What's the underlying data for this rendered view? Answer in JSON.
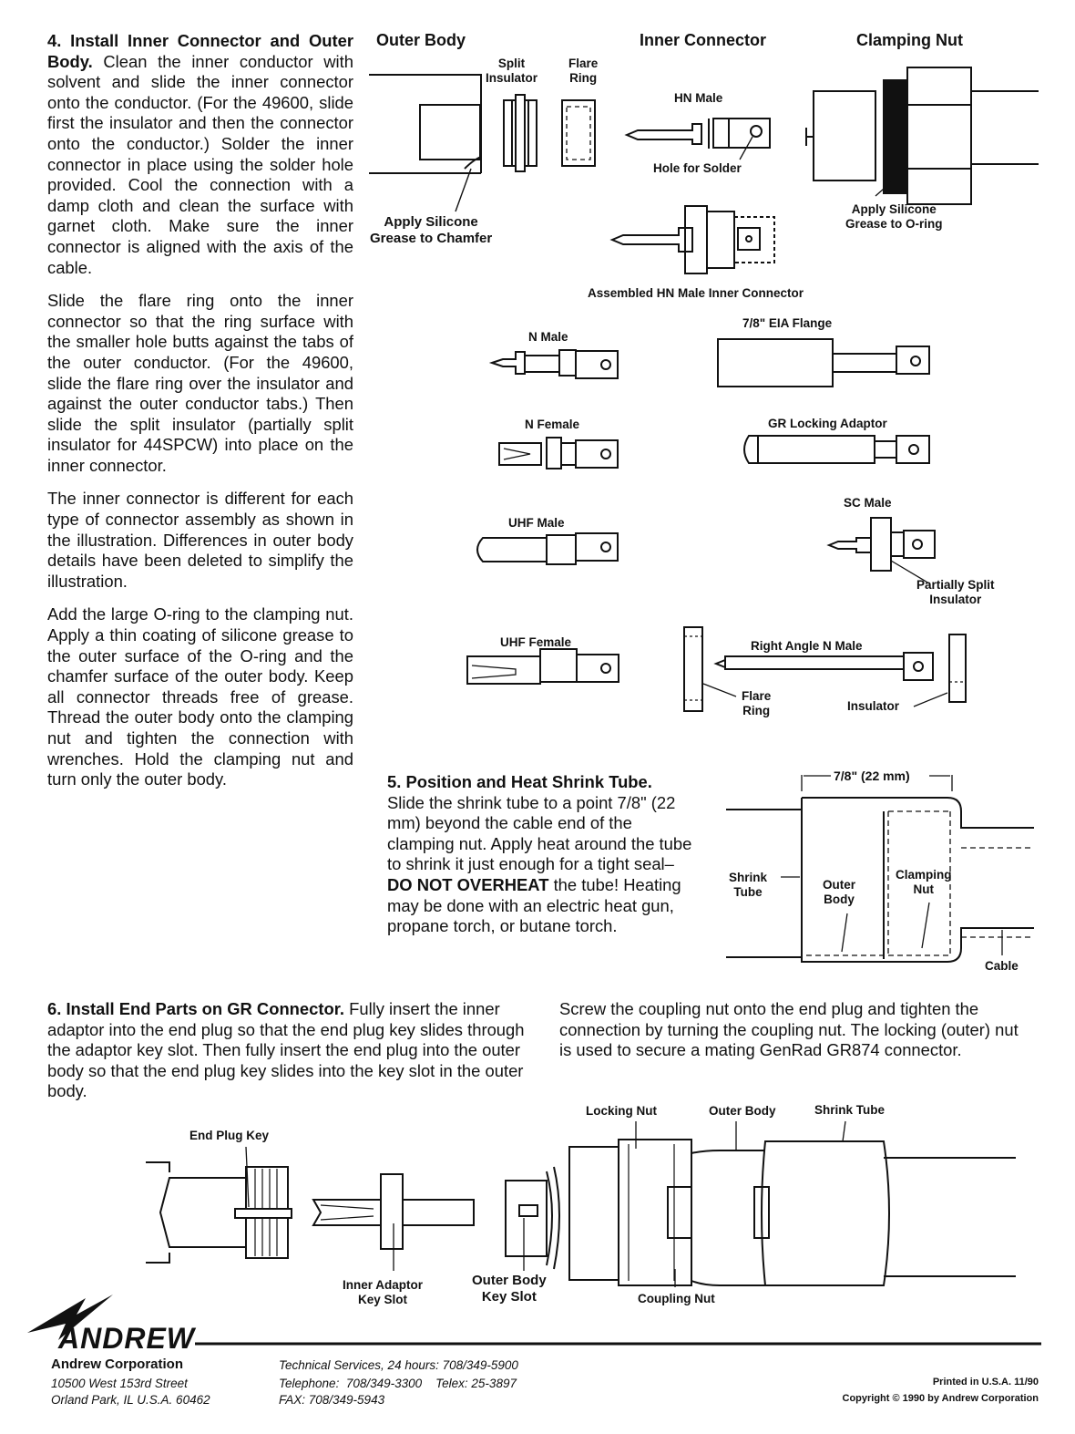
{
  "step4": {
    "title": "4. Install Inner Connector and Outer Body.",
    "p1": "Clean the inner conductor with solvent and slide the inner connector onto the conductor. (For the 49600, slide first the insulator and then the connector onto the conductor.) Solder the inner connector in place using the solder hole provided. Cool the connection with a damp cloth and clean the surface with garnet cloth. Make sure the inner connector is aligned with the axis of the cable.",
    "p2": "Slide the flare ring onto the inner connector so that the ring surface with the smaller hole butts against the tabs of the outer conductor. (For the 49600, slide the flare ring over the insulator and against the outer conductor tabs.) Then slide the split insulator (partially split insulator for 44SPCW) into place on the inner connector.",
    "p3": "The inner connector is different for each type of connector assembly as shown in the illustration. Differences in outer body details have been deleted to simplify the illustration.",
    "p4": "Add the large O-ring to the clamping nut. Apply a thin coating of silicone grease to the outer surface of the O-ring and the chamfer surface of the outer body. Keep all connector threads free of grease. Thread the outer body onto the clamping nut and tighten the connection with wrenches. Hold the clamping nut and turn only the outer body."
  },
  "fig4": {
    "outer_body": "Outer Body",
    "inner_connector": "Inner Connector",
    "clamping_nut": "Clamping Nut",
    "split_insulator": "Split\nInsulator",
    "flare_ring": "Flare\nRing",
    "hn_male": "HN Male",
    "hole_for_solder": "Hole for Solder",
    "apply_chamfer": "Apply Silicone\nGrease to Chamfer",
    "apply_oring": "Apply Silicone\nGrease to O-ring",
    "assembled": "Assembled HN Male Inner Connector",
    "n_male": "N Male",
    "eia_flange": "7/8\" EIA Flange",
    "n_female": "N Female",
    "gr_locking": "GR Locking Adaptor",
    "sc_male": "SC Male",
    "uhf_male": "UHF Male",
    "partially_split": "Partially Split\nInsulator",
    "uhf_female": "UHF Female",
    "right_angle": "Right Angle N Male",
    "flare_ring2": "Flare\nRing",
    "insulator": "Insulator"
  },
  "step5": {
    "title": "5. Position and Heat Shrink Tube.",
    "body": "Slide the shrink tube to a point 7/8\" (22 mm) beyond the cable end of the clamping nut. Apply heat around the tube to shrink it just enough for a tight seal–",
    "warn": "DO NOT OVERHEAT",
    "body2": " the tube! Heating may be done with an electric heat gun, propane torch, or butane torch."
  },
  "fig5": {
    "dimension": "7/8\" (22 mm)",
    "shrink_tube": "Shrink\nTube",
    "outer_body": "Outer\nBody",
    "clamping_nut": "Clamping\nNut",
    "cable": "Cable"
  },
  "step6": {
    "title": "6. Install End Parts on GR Connector.",
    "body": "Fully insert the inner adaptor into the end plug so that the end plug key slides through the adaptor key slot. Then fully insert the end plug into the outer body so that the end plug key slides into the key slot in the outer body.",
    "body2": "Screw the coupling nut onto the end plug and tighten the connection by turning the coupling nut. The locking (outer) nut is used to secure a mating GenRad GR874 connector."
  },
  "fig6": {
    "end_plug_key": "End Plug Key",
    "locking_nut": "Locking Nut",
    "outer_body": "Outer Body",
    "shrink_tube": "Shrink Tube",
    "inner_adaptor": "Inner Adaptor\nKey Slot",
    "outer_body_key": "Outer Body\nKey Slot",
    "coupling_nut": "Coupling Nut"
  },
  "footer": {
    "brand": "ANDREW",
    "company": "Andrew Corporation",
    "addr1": "10500 West 153rd Street",
    "addr2": "Orland Park, IL U.S.A. 60462",
    "tech": "Technical Services, 24 hours: 708/349-5900",
    "tel": "Telephone:  708/349-3300    Telex: 25-3897",
    "fax": "FAX: 708/349-5943",
    "printed": "Printed in U.S.A. 11/90",
    "copyright": "Copyright © 1990 by Andrew Corporation"
  }
}
